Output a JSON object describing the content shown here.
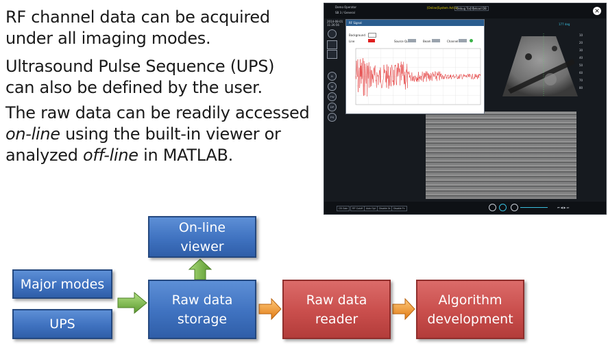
{
  "text": {
    "p1": "RF channel data can be acquired under all imaging modes.",
    "p2": "Ultrasound Pulse Sequence (UPS) can also be defined by the user.",
    "p3_part1": "The raw data can be readily accessed ",
    "p3_online": "on-line",
    "p3_part2": " using the built-in viewer or analyzed ",
    "p3_offline": "off-line",
    "p3_part3": " in MATLAB."
  },
  "screenshot": {
    "operator": "Demo Operator",
    "probe": "SB 3 / General",
    "date": "2014-08-01",
    "time": "11:26:56",
    "status": "[Online]System Active",
    "debug_tool": "Debug Tool",
    "reload": "Reload DB",
    "rf_title": "RF Signal",
    "background_label": "Background",
    "line_label": "Line",
    "source_label": "Source Queue",
    "beam_label": "Beam",
    "channel_label": "Channel",
    "side_buttons": [
      "B",
      "M",
      "PW",
      "DP",
      "PS"
    ],
    "bottom_buttons": [
      "CB Gain",
      "RF Cutoff",
      "Auto Opt",
      "Disable 2k",
      "Disable Fx"
    ],
    "depth_readout": "177 deg",
    "scale_marks": [
      "10",
      "20",
      "30",
      "40",
      "50",
      "60",
      "70",
      "80"
    ],
    "colors": {
      "panel": "#161a1f",
      "rf_line": "#e02020",
      "header": "#2a5d8f"
    }
  },
  "diagram": {
    "major_modes": "Major modes",
    "ups": "UPS",
    "online_viewer_line1": "On-line",
    "online_viewer_line2": "viewer",
    "raw_storage_line1": "Raw data",
    "raw_storage_line2": "storage",
    "raw_reader_line1": "Raw data",
    "raw_reader_line2": "reader",
    "algo_line1": "Algorithm",
    "algo_line2": "development",
    "colors": {
      "blue": "#3f72c0",
      "red": "#c94e4c",
      "green_arrow": "#7ab648",
      "orange_arrow": "#f0962e"
    }
  }
}
